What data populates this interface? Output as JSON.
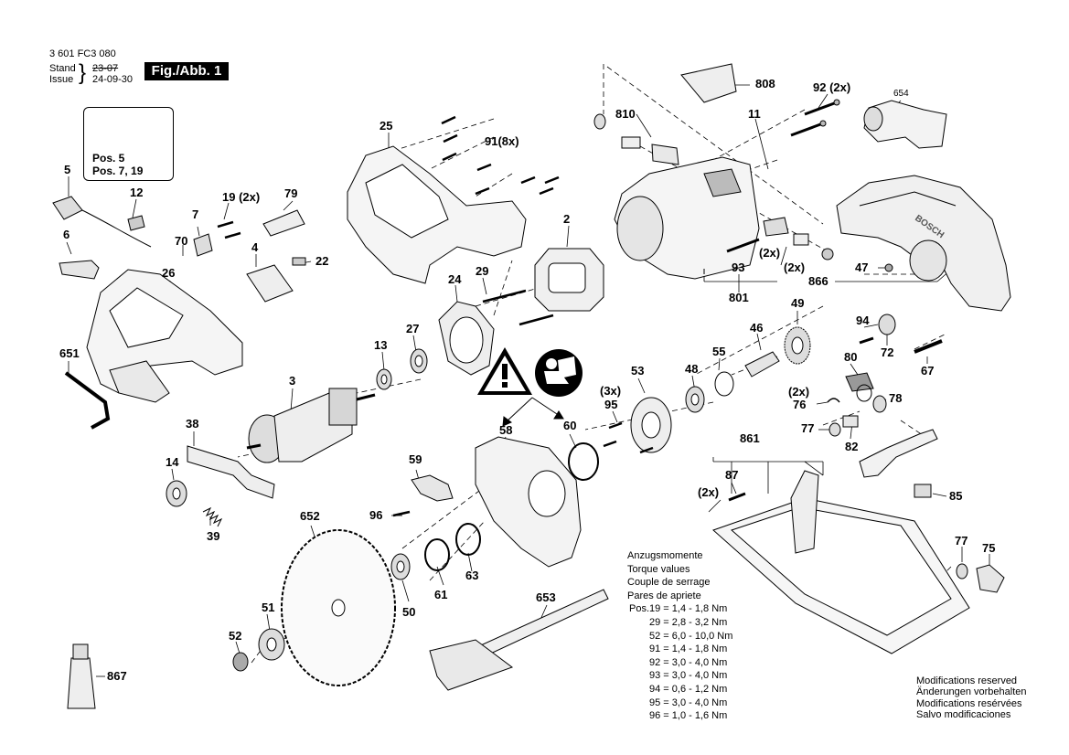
{
  "header": {
    "doc_number": "3 601 FC3 080",
    "stand_label": "Stand",
    "issue_label": "Issue",
    "stand_date_old": "23-07",
    "issue_date": "24-09-30",
    "figure_label": "Fig./Abb. 1"
  },
  "warning_box": {
    "line1": "Pos. 5",
    "line2": "Pos. 7, 19"
  },
  "parts": {
    "p808": "808",
    "p92": "92 (2x)",
    "p654": "654",
    "p810": "810",
    "p11": "11",
    "p25": "25",
    "p91": "91(8x)",
    "p5": "5",
    "p12": "12",
    "p19": "19 (2x)",
    "p79": "79",
    "p7": "7",
    "p70": "70",
    "p6": "6",
    "p4": "4",
    "p22": "22",
    "p26": "26",
    "p2": "2",
    "p29": "29",
    "p24": "24",
    "p93": "93",
    "p2x_a": "(2x)",
    "p2x_b": "(2x)",
    "p47": "47",
    "p866": "866",
    "p801": "801",
    "p49": "49",
    "p94": "94",
    "p72": "72",
    "p46": "46",
    "p55": "55",
    "p80": "80",
    "p67": "67",
    "p651": "651",
    "p27": "27",
    "p13": "13",
    "p3": "3",
    "p48": "48",
    "p53": "53",
    "p95": "95",
    "p3x": "(3x)",
    "p76": "76",
    "p2x_c": "(2x)",
    "p78": "78",
    "p38": "38",
    "p58": "58",
    "p60": "60",
    "p77a": "77",
    "p82": "82",
    "p861": "861",
    "p14": "14",
    "p59": "59",
    "p87": "87",
    "p2x_d": "(2x)",
    "p85": "85",
    "p39": "39",
    "p96": "96",
    "p652": "652",
    "p77b": "77",
    "p75": "75",
    "p61": "61",
    "p63": "63",
    "p50": "50",
    "p653": "653",
    "p51": "51",
    "p52": "52",
    "p867": "867"
  },
  "torque": {
    "title1": "Anzugsmomente",
    "title2": "Torque values",
    "title3": "Couple de serrage",
    "title4": "Pares de apriete",
    "rows": [
      "Pos.19 = 1,4 - 1,8 Nm",
      "29 = 2,8 - 3,2 Nm",
      "52 = 6,0 - 10,0 Nm",
      "91 = 1,4 - 1,8 Nm",
      "92 = 3,0 - 4,0 Nm",
      "93 = 3,0 - 4,0 Nm",
      "94 = 0,6 - 1,2 Nm",
      "95 = 3,0 - 4,0 Nm",
      "96 = 1,0 - 1,6 Nm"
    ]
  },
  "modifications": {
    "de": "Modifications reserved",
    "en": "Änderungen vorbehalten",
    "fr": "Modifications resérvées",
    "es": "Salvo modificaciones"
  },
  "brand_on_guard": "BOSCH",
  "icons": [
    "warning-triangle-icon",
    "read-manual-icon"
  ]
}
